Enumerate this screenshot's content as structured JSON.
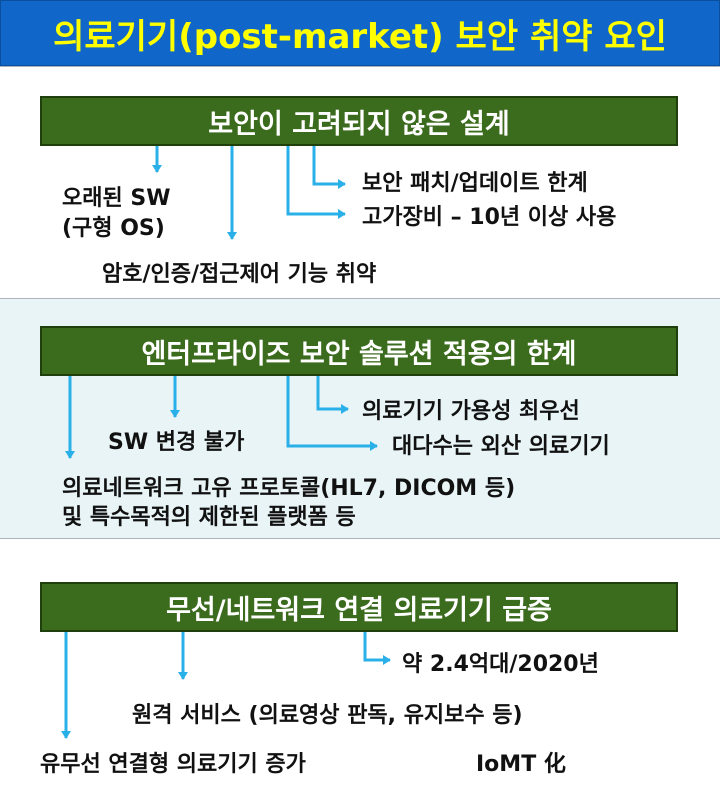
{
  "title": "의료기기(post-market) 보안 취약 요인",
  "colors": {
    "title_bg": "#1167c9",
    "title_text": "#ffff00",
    "box_bg": "#3b6b1c",
    "arrow": "#2ab0e8",
    "section2_bg": "#e8f4f6"
  },
  "sections": [
    {
      "header": "보안이 고려되지 않은 설계",
      "items": [
        "오래된 SW",
        "(구형 OS)",
        "보안 패치/업데이트 한계",
        "고가장비 – 10년 이상 사용",
        "암호/인증/접근제어 기능 취약"
      ]
    },
    {
      "header": "엔터프라이즈 보안 솔루션 적용의 한계",
      "items": [
        "의료기기 가용성 최우선",
        "SW 변경 불가",
        "대다수는 외산 의료기기",
        "의료네트워크 고유 프로토콜(HL7, DICOM 등)",
        "및 특수목적의 제한된 플랫폼 등"
      ]
    },
    {
      "header": "무선/네트워크 연결 의료기기 급증",
      "items": [
        "약 2.4억대/2020년",
        "원격 서비스 (의료영상 판독, 유지보수 등)",
        "유무선 연결형 의료기기 증가",
        "IoMT 化"
      ]
    }
  ]
}
